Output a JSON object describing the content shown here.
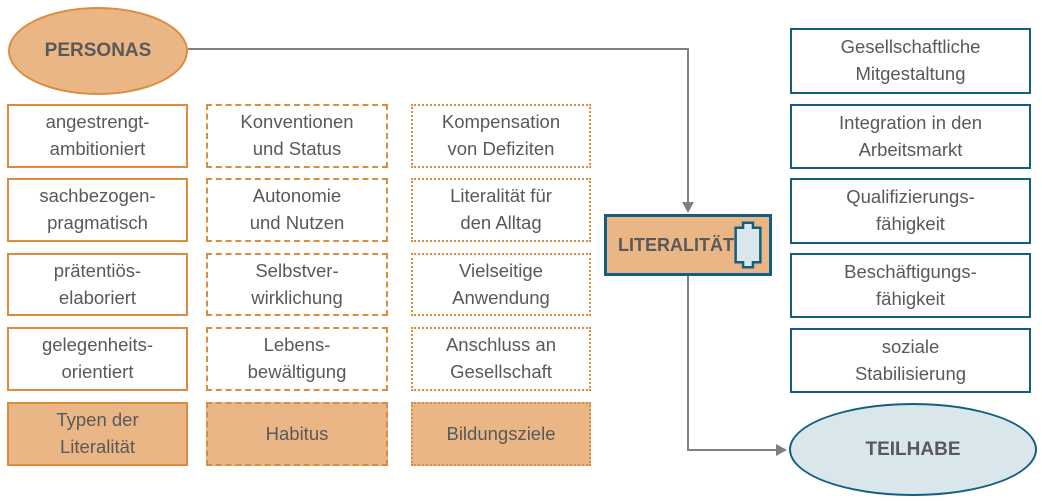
{
  "colors": {
    "orange_fill": "#EAB685",
    "orange_border": "#DC8C3E",
    "teal_border": "#135F7F",
    "blue_fill": "#D9E6EC",
    "text": "#595959",
    "arrow": "#808080"
  },
  "personas_ellipse": {
    "label": "PERSONAS"
  },
  "teilhabe_ellipse": {
    "label": "TEILHABE"
  },
  "literalitaet_node": {
    "label": "LITERALITÄT",
    "icon": "scroll-icon"
  },
  "columns": [
    {
      "title": "Typen der\nLiteralität",
      "border_style": "solid",
      "items": [
        "angestrengt-\nambitioniert",
        "sachbezogen-\npragmatisch",
        "prätentiös-\nelaboriert",
        "gelegenheits-\norientiert"
      ]
    },
    {
      "title": "Habitus",
      "border_style": "dashed",
      "items": [
        "Konventionen\nund Status",
        "Autonomie\nund Nutzen",
        "Selbstver-\nwirklichung",
        "Lebens-\nbewältigung"
      ]
    },
    {
      "title": "Bildungsziele",
      "border_style": "dotted",
      "items": [
        "Kompensation\nvon Defiziten",
        "Literalität für\nden Alltag",
        "Vielseitige\nAnwendung",
        "Anschluss an\nGesellschaft"
      ]
    }
  ],
  "outcomes": [
    "Gesellschaftliche\nMitgestaltung",
    "Integration in den\nArbeitsmarkt",
    "Qualifizierungs-\nfähigkeit",
    "Beschäftigungs-\nfähigkeit",
    "soziale\nStabilisierung"
  ]
}
